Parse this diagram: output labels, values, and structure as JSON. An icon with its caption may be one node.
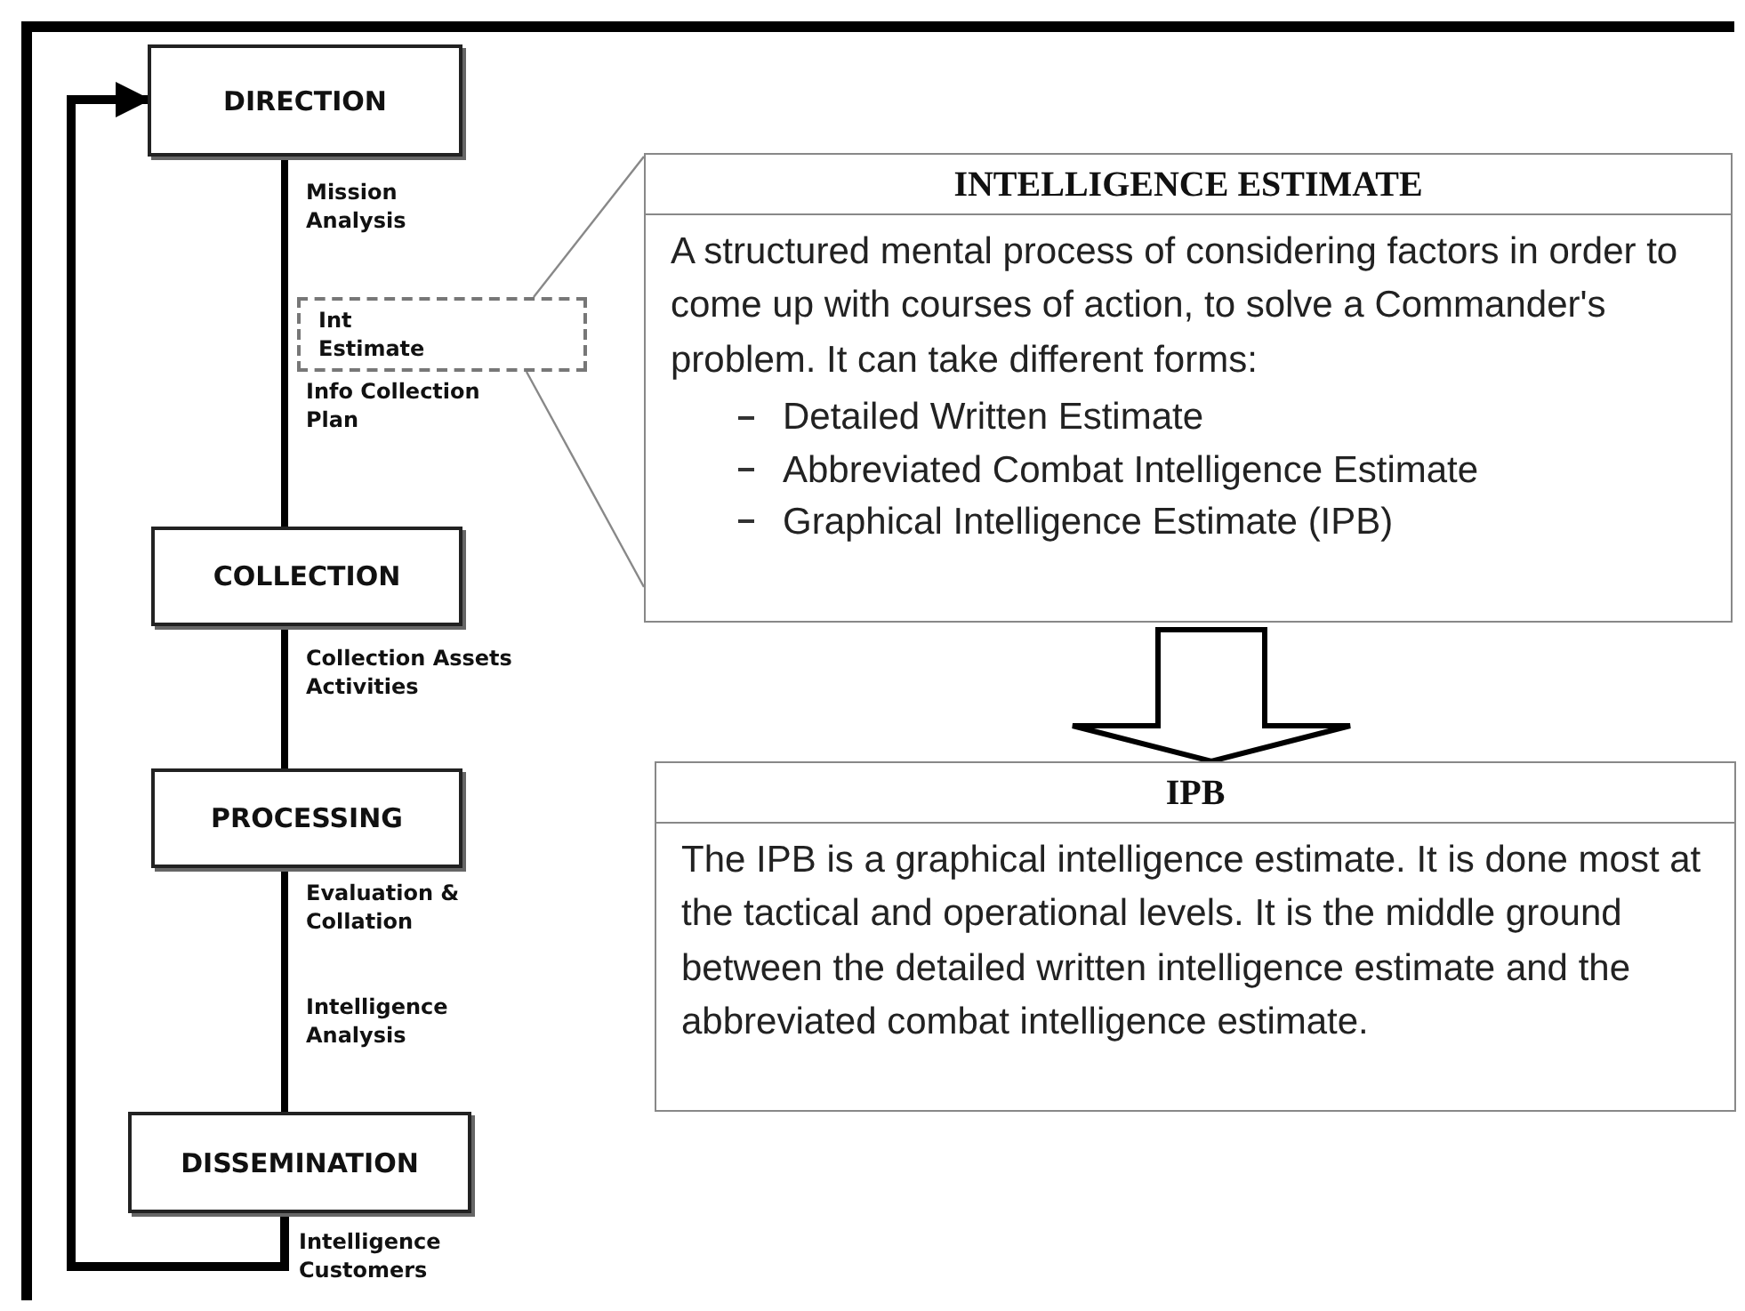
{
  "diagram": {
    "nodes": [
      {
        "text": [
          "DIRECTION"
        ]
      },
      {
        "text": [
          "COLLECTION"
        ]
      },
      {
        "text": [
          "PROCESSING"
        ]
      },
      {
        "text": [
          "DISSEMINATION"
        ]
      },
      {
        "text": [
          "Int Estimate"
        ]
      },
      {
        "text": [
          "INTELLIGENCE ESTIMATE",
          "A structured mental process of considering factors in order to come up with courses of action, to solve a Commander's problem. It can take different forms:",
          "Detailed Written Estimate",
          "Abbreviated Combat Intelligence Estimate",
          "Graphical Intelligence Estimate (IPB)"
        ]
      },
      {
        "text": [
          "IPB",
          "The IPB is a graphical intelligence estimate.  It is done most at the tactical and operational levels.  It is the middle ground between the detailed written intelligence estimate and the abbreviated combat intelligence estimate."
        ]
      }
    ],
    "edges": [
      {
        "from": 0,
        "to": 1,
        "arrow": "none"
      },
      {
        "from": 1,
        "to": 2,
        "arrow": "none"
      },
      {
        "from": 2,
        "to": 3,
        "arrow": "none"
      },
      {
        "from": 3,
        "to": 0,
        "arrow": "to"
      },
      {
        "from": 4,
        "to": 5,
        "arrow": "none",
        "color": "#888888"
      },
      {
        "from": 4,
        "to": 5,
        "arrow": "none",
        "color": "#888888"
      },
      {
        "from": 5,
        "to": 6,
        "arrow": "to",
        "style": "thick"
      }
    ],
    "labels": [
      "Mission Analysis",
      "Info Collection Plan",
      "Collection Assets Activities",
      "Evaluation & Collation",
      "Intelligence Analysis",
      "Intelligence Customers"
    ]
  }
}
